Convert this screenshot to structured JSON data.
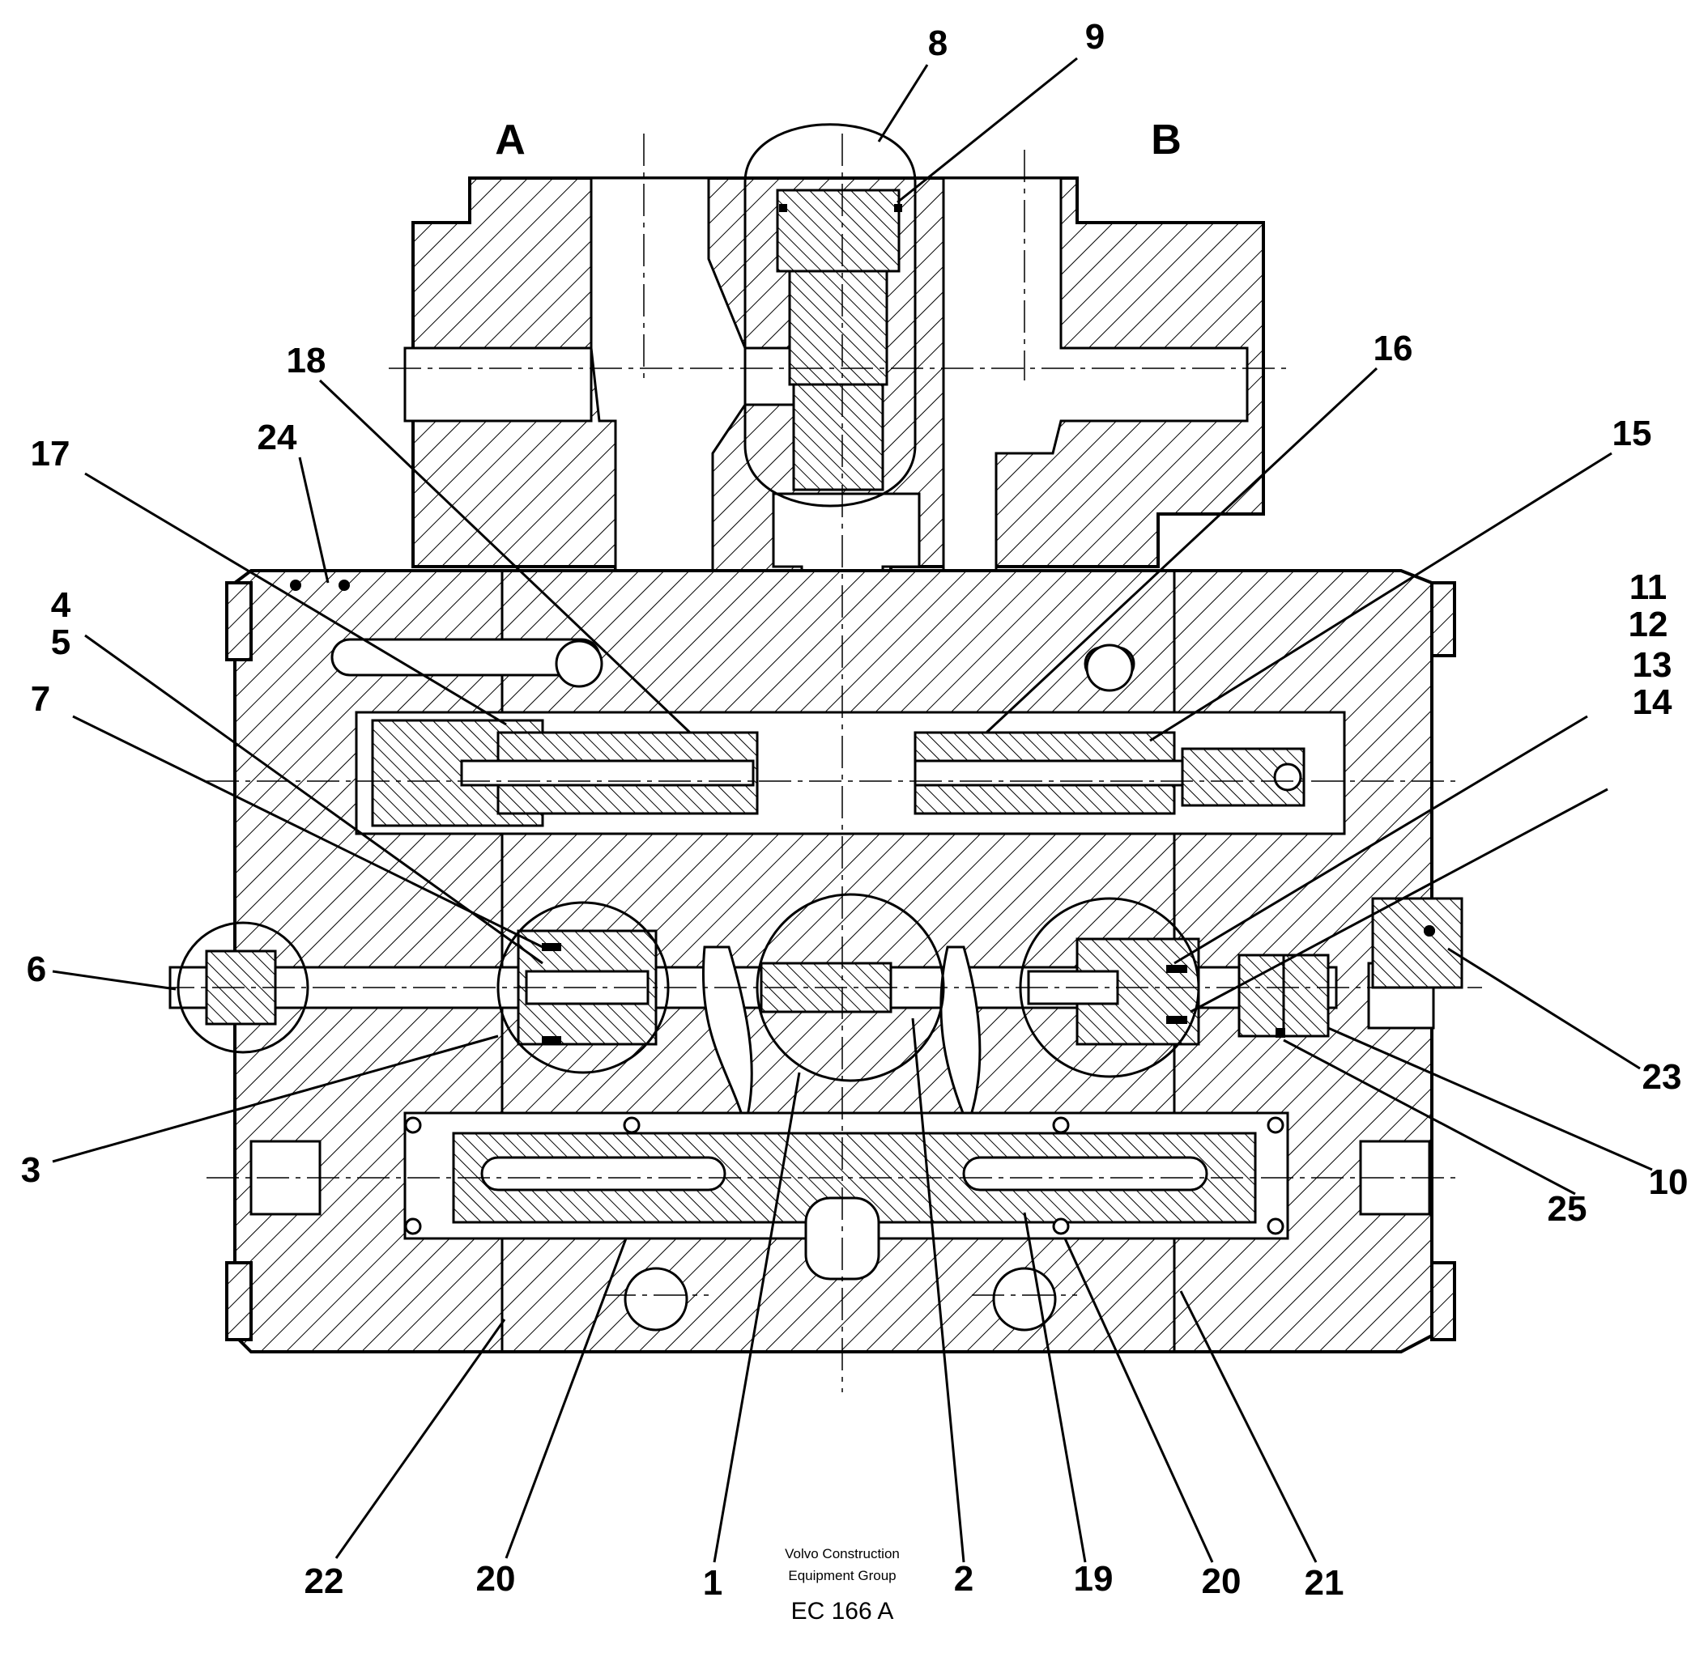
{
  "ports": {
    "a": "A",
    "b": "B"
  },
  "callouts": {
    "c1": "1",
    "c2": "2",
    "c3": "3",
    "c4": "4",
    "c5": "5",
    "c6": "6",
    "c7": "7",
    "c8": "8",
    "c9": "9",
    "c10": "10",
    "c11": "11",
    "c12": "12",
    "c13": "13",
    "c14": "14",
    "c15": "15",
    "c16": "16",
    "c17": "17",
    "c18": "18",
    "c19": "19",
    "c20_left": "20",
    "c20_right": "20",
    "c21": "21",
    "c22": "22",
    "c23": "23",
    "c24": "24",
    "c25": "25"
  },
  "footer": {
    "credit_line1": "Volvo Construction",
    "credit_line2": "Equipment Group",
    "reference": "EC 166 A"
  }
}
